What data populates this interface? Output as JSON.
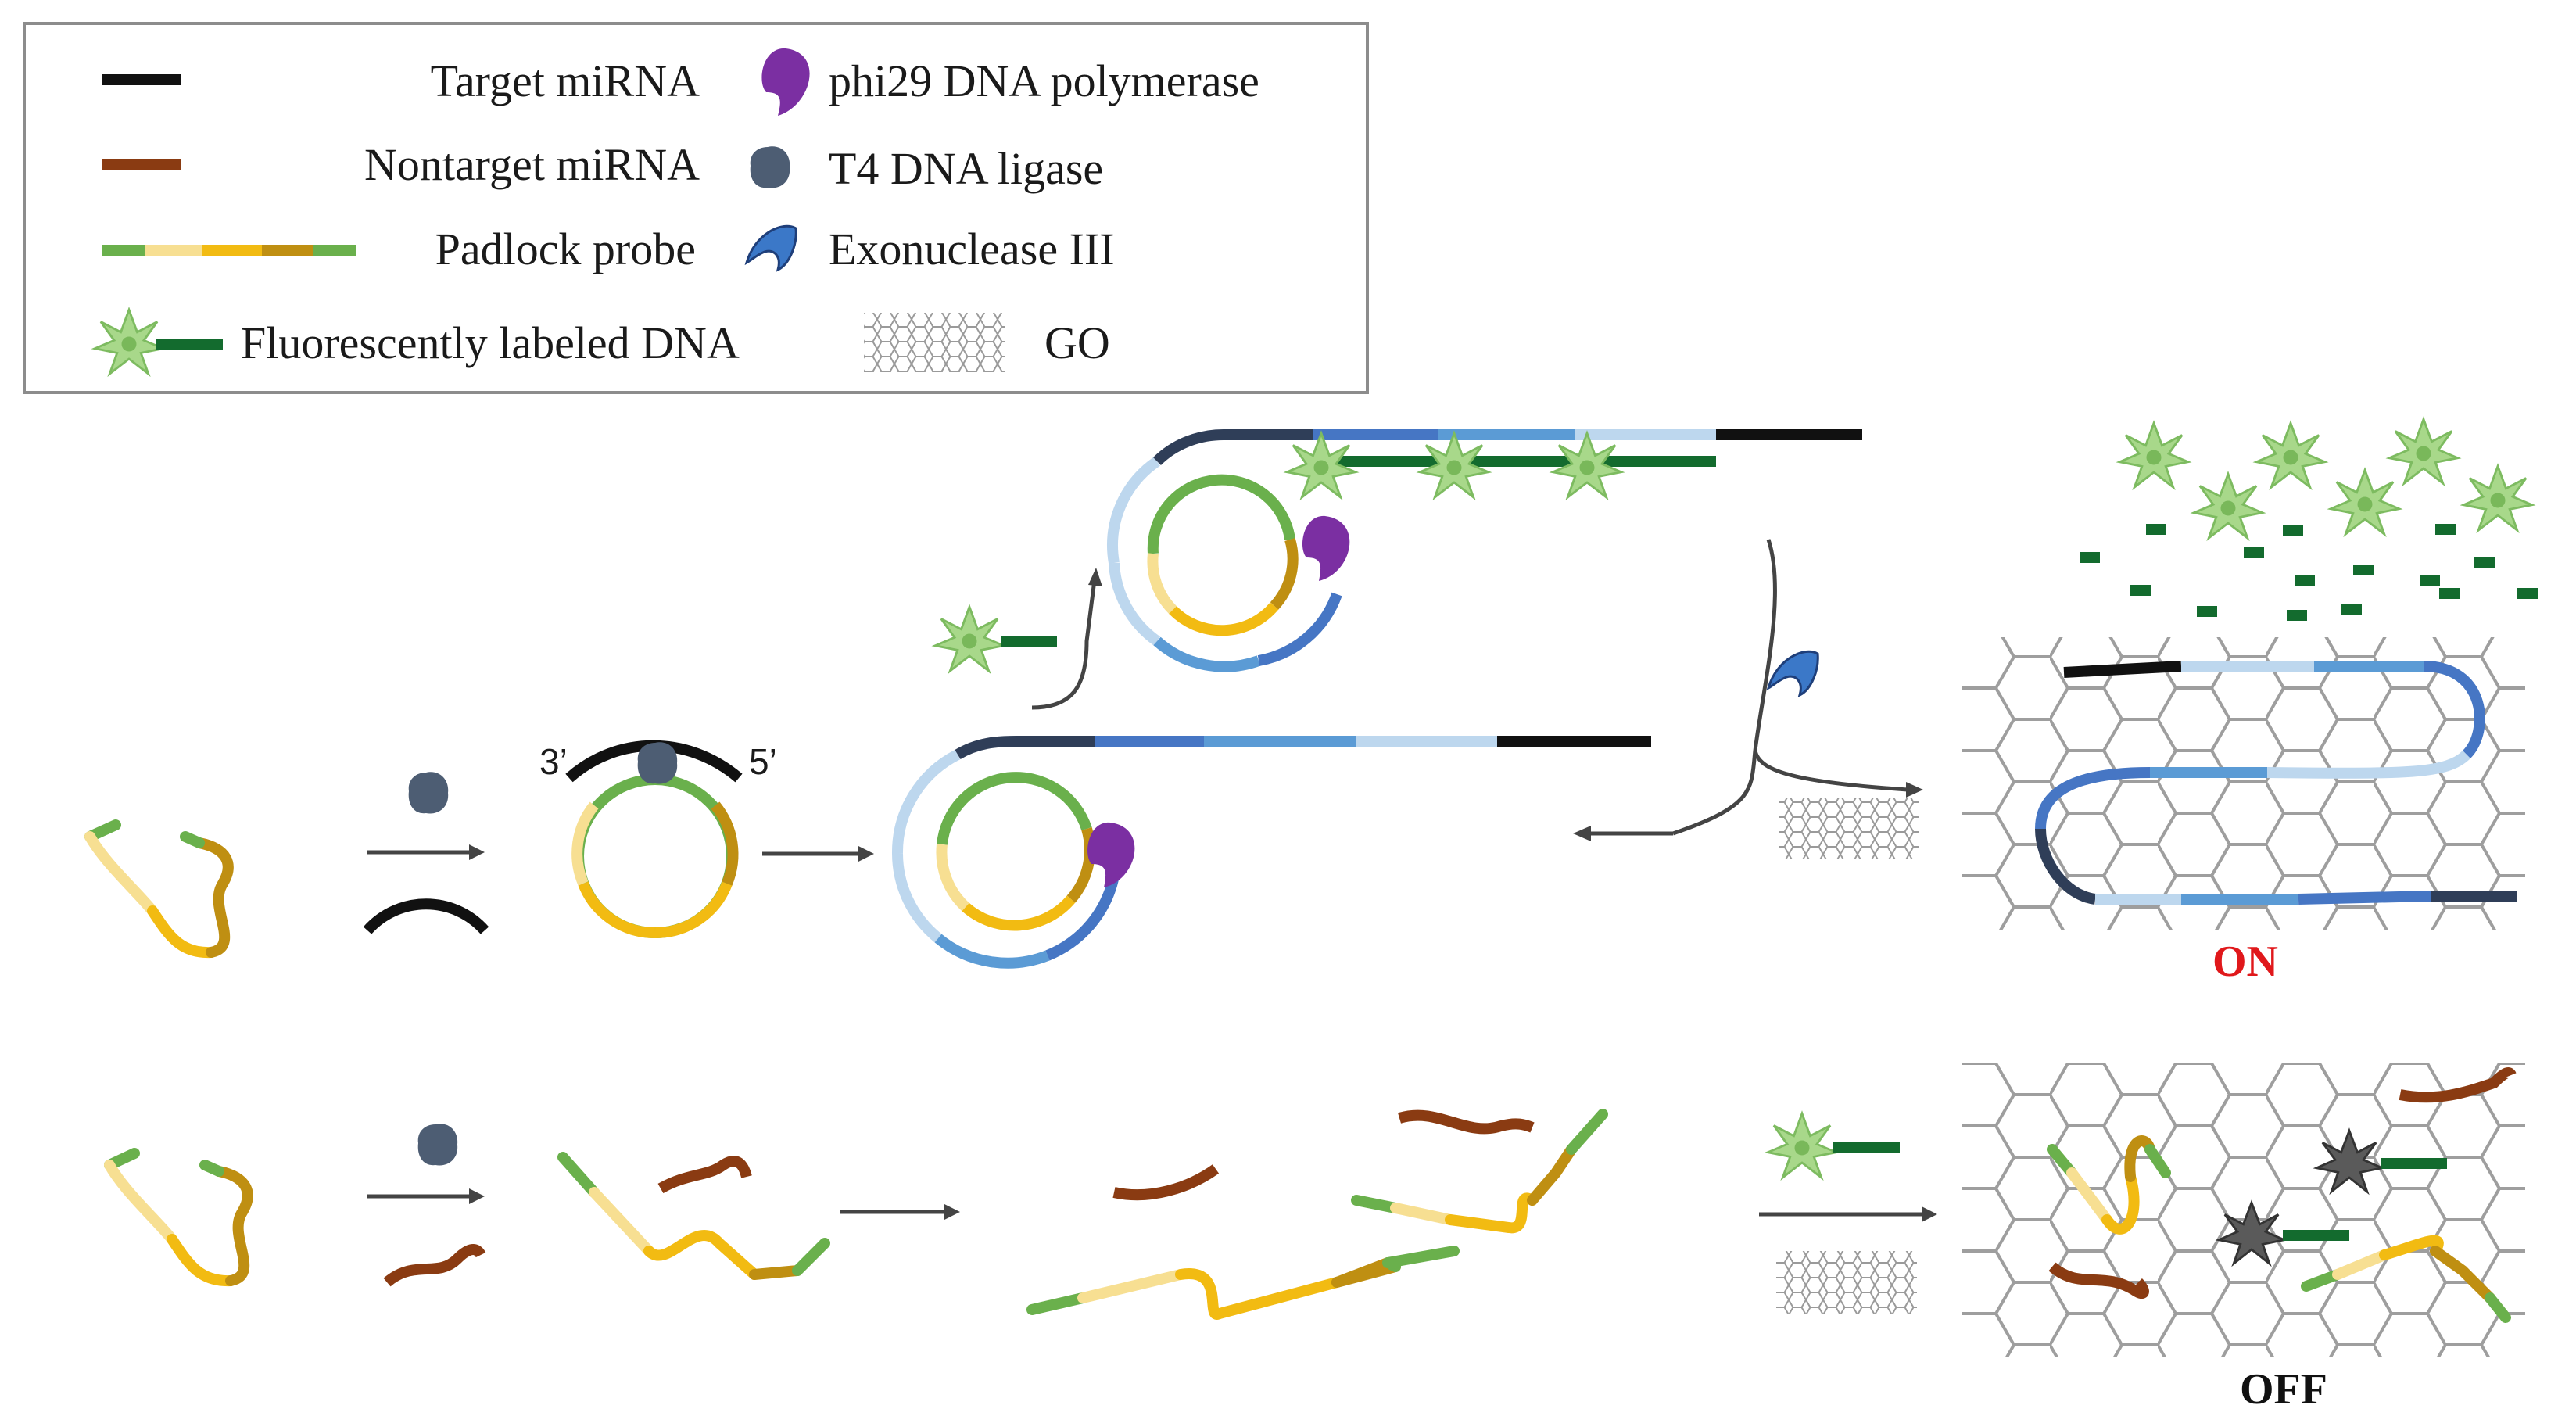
{
  "legend": {
    "target_mirna": "Target miRNA",
    "nontarget_mirna": "Nontarget miRNA",
    "padlock_probe": "Padlock probe",
    "fluorescent_dna": "Fluorescently labeled DNA",
    "phi29": "phi29 DNA polymerase",
    "t4_ligase": "T4 DNA ligase",
    "exonuclease": "Exonuclease III",
    "go": "GO"
  },
  "labels": {
    "end_3": "3’",
    "end_5": "5’",
    "on": "ON",
    "off": "OFF"
  },
  "colors": {
    "target": "#111111",
    "nontarget": "#8a3b12",
    "probe_green": "#6ab04c",
    "probe_light": "#f7df92",
    "probe_yellow": "#f2bb12",
    "probe_olive": "#bf8f12",
    "fluor_dna": "#136b2e",
    "star": "#a8d88a",
    "phi29": "#7b2fa2",
    "ligase": "#4d5d73",
    "exo": "#3b78c8",
    "rca_dark": "#2f3e58",
    "rca_mid": "#4676c4",
    "rca_blue": "#5b9bd5",
    "rca_light": "#bdd7ee",
    "go_line": "#999999",
    "on_text": "#e0181b",
    "off_text": "#111111"
  }
}
